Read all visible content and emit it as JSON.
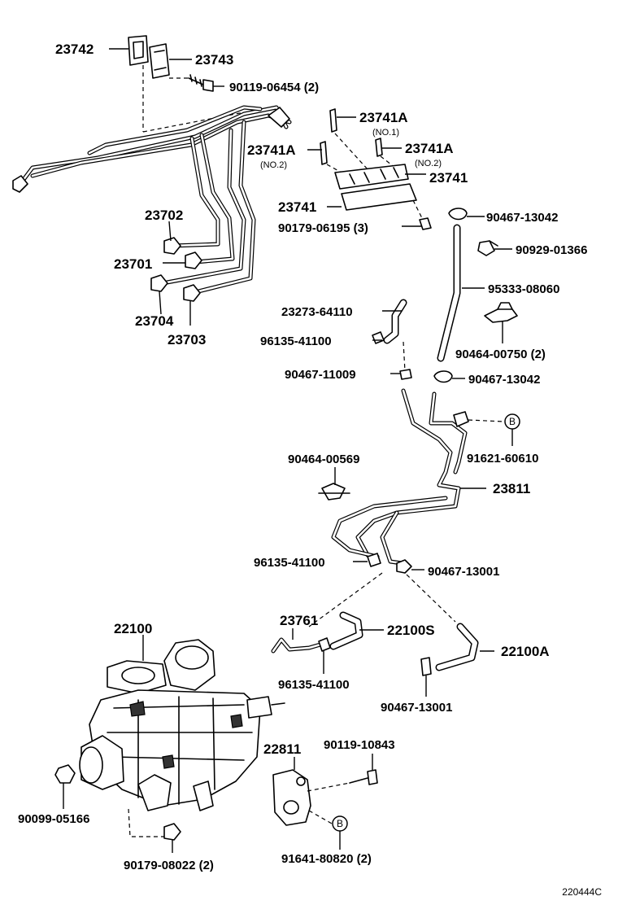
{
  "diagram": {
    "code": "220444C",
    "callout_marker": "B",
    "labels": {
      "p23742": "23742",
      "p23743": "23743",
      "p90119_06454": "90119-06454 (2)",
      "p23741A_top": "23741A",
      "no1": "(NO.1)",
      "p23741A_left": "23741A",
      "no2_left": "(NO.2)",
      "p23741A_right": "23741A",
      "no2_right": "(NO.2)",
      "p23741_right": "23741",
      "p23741_left": "23741",
      "p90179_06195": "90179-06195 (3)",
      "p23702": "23702",
      "p23701": "23701",
      "p23704": "23704",
      "p23703": "23703",
      "p90467_13042_top": "90467-13042",
      "p90929_01366": "90929-01366",
      "p95333_08060": "95333-08060",
      "p23273_64110": "23273-64110",
      "p96135_41100_a": "96135-41100",
      "p90464_00750": "90464-00750 (2)",
      "p90467_11009": "90467-11009",
      "p90467_13042_bot": "90467-13042",
      "p91621_60610": "91621-60610",
      "p90464_00569": "90464-00569",
      "p23811": "23811",
      "p96135_41100_b": "96135-41100",
      "p90467_13001_a": "90467-13001",
      "p23761": "23761",
      "p22100S": "22100S",
      "p22100A": "22100A",
      "p22100": "22100",
      "p96135_41100_c": "96135-41100",
      "p90467_13001_b": "90467-13001",
      "p22811": "22811",
      "p90119_10843": "90119-10843",
      "p90099_05166": "90099-05166",
      "p90179_08022": "90179-08022 (2)",
      "p91641_80820": "91641-80820 (2)"
    }
  }
}
